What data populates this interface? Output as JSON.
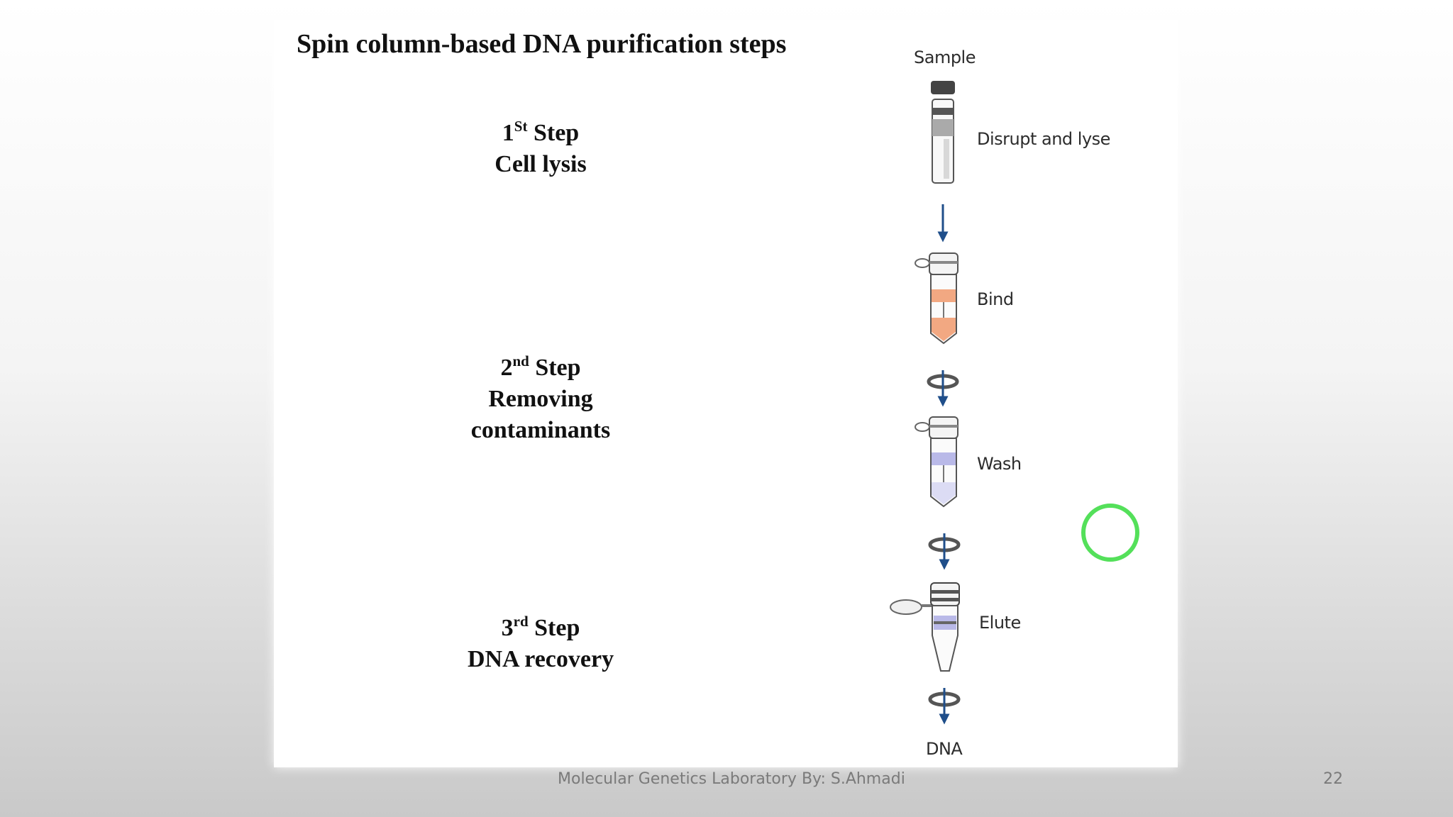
{
  "slide": {
    "title": "Spin column-based DNA purification steps",
    "steps": [
      {
        "number": "1",
        "suffix": "St",
        "word": "Step",
        "lines": [
          "Cell lysis"
        ]
      },
      {
        "number": "2",
        "suffix": "nd",
        "word": "Step",
        "lines": [
          "Removing",
          "contaminants"
        ]
      },
      {
        "number": "3",
        "suffix": "rd",
        "word": "Step",
        "lines": [
          "DNA recovery"
        ]
      }
    ]
  },
  "workflow": {
    "sample": "Sample",
    "disrupt": "Disrupt and lyse",
    "bind": "Bind",
    "wash": "Wash",
    "elute": "Elute",
    "dna": "DNA"
  },
  "footer": {
    "credit": "Molecular Genetics Laboratory   By: S.Ahmadi",
    "page_number": "22"
  },
  "colors": {
    "arrow": "#1f4e8a",
    "bind_liquid": "#f2a882",
    "wash_liquid": "#b9b9e8",
    "cursor_ring": "#54e05a"
  }
}
